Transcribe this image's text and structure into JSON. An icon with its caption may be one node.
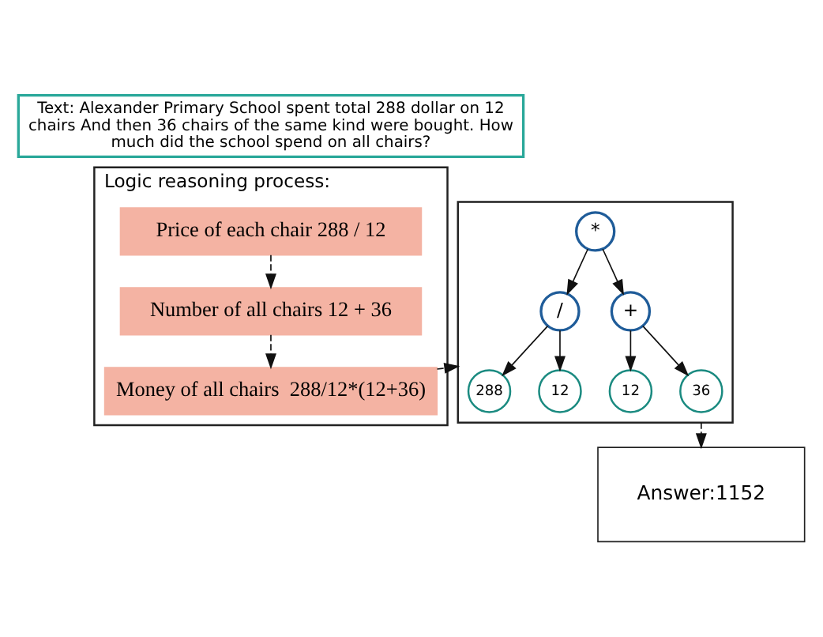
{
  "diagram": {
    "nodes": [
      {
        "text": [
          "Text: Alexander Primary School spent total 288 dollar on 12 chairs And then 36 chairs of the same kind were bought. How much did the school spend on all chairs?"
        ]
      },
      {
        "text": [
          "Logic reasoning process:"
        ]
      },
      {
        "text": [
          "Price of each chair 288 / 12"
        ],
        "in": 1
      },
      {
        "text": [
          "Number of all chairs 12 + 36"
        ],
        "in": 1
      },
      {
        "text": [
          "Money of all chairs  288/12*(12+36)"
        ],
        "in": 1
      },
      {
        "text": [],
        "shape": "box"
      },
      {
        "text": [
          "*"
        ],
        "in": 5
      },
      {
        "text": [
          "/"
        ],
        "in": 5
      },
      {
        "text": [
          "+"
        ],
        "in": 5
      },
      {
        "text": [
          "288"
        ],
        "in": 5
      },
      {
        "text": [
          "12"
        ],
        "in": 5
      },
      {
        "text": [
          "12"
        ],
        "in": 5
      },
      {
        "text": [
          "36"
        ],
        "in": 5
      },
      {
        "text": [
          "Answer:1152"
        ]
      }
    ],
    "edges": [
      {
        "from": 2,
        "to": 3,
        "arrow": "to",
        "style": "dashed"
      },
      {
        "from": 3,
        "to": 4,
        "arrow": "to",
        "style": "dashed"
      },
      {
        "from": 4,
        "to": 5,
        "arrow": "to",
        "style": "dashed"
      },
      {
        "from": 6,
        "to": 7,
        "arrow": "to"
      },
      {
        "from": 6,
        "to": 8,
        "arrow": "to"
      },
      {
        "from": 7,
        "to": 9,
        "arrow": "to"
      },
      {
        "from": 7,
        "to": 10,
        "arrow": "to"
      },
      {
        "from": 8,
        "to": 11,
        "arrow": "to"
      },
      {
        "from": 8,
        "to": 12,
        "arrow": "to"
      },
      {
        "from": 5,
        "to": 13,
        "arrow": "to",
        "style": "dashed"
      }
    ]
  }
}
